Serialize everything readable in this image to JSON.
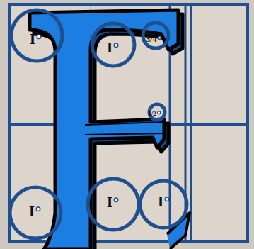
{
  "diagram": {
    "nodes": [
      {
        "text": [
          "I"
        ]
      },
      {
        "text": [
          "I"
        ]
      },
      {
        "text": [
          "3/4"
        ]
      },
      {
        "text": [
          "1/2"
        ]
      },
      {
        "text": [
          "I"
        ]
      },
      {
        "text": [
          "I"
        ]
      },
      {
        "text": [
          "I"
        ]
      }
    ]
  }
}
